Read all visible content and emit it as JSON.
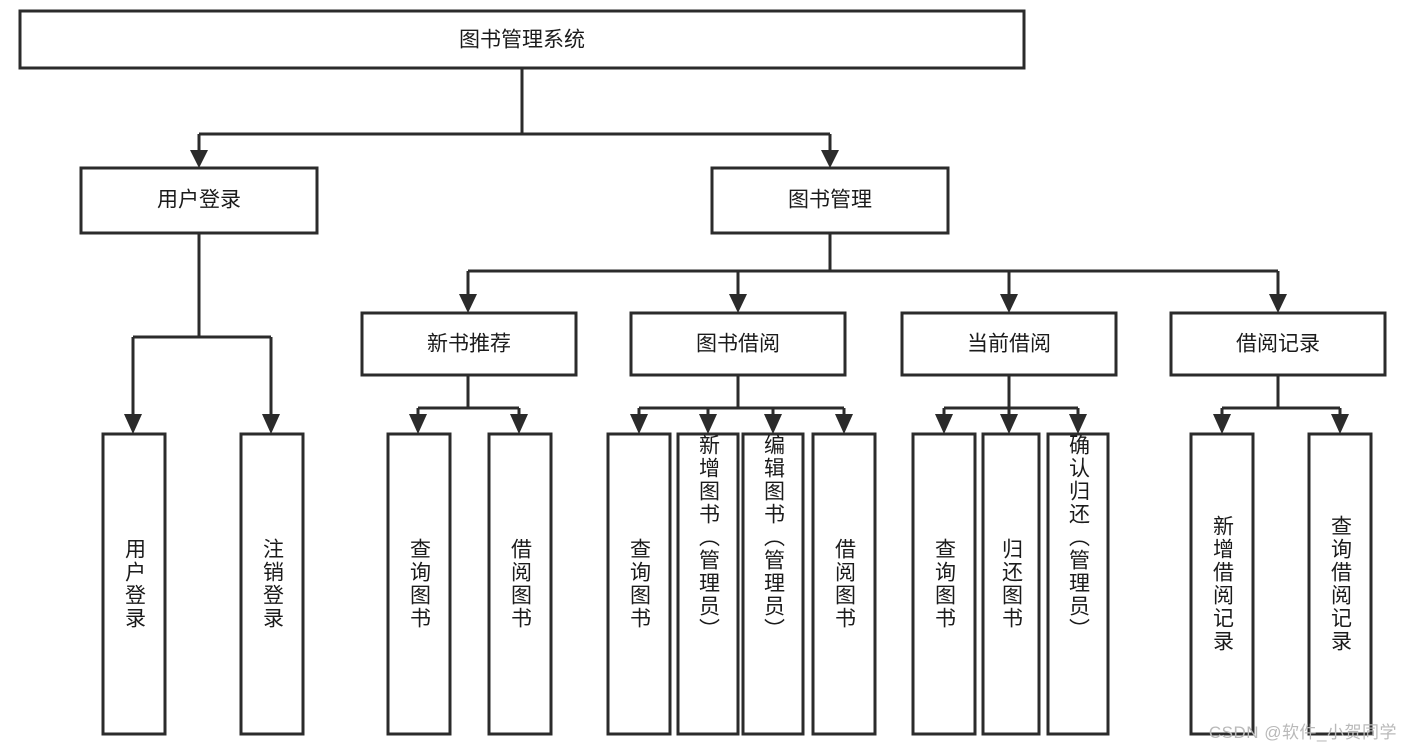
{
  "diagram": {
    "title_node": {
      "label": "图书管理系统"
    },
    "colors": {
      "stroke": "#2b2b2b",
      "box_fill": "#ffffff",
      "text": "#1b1b1b",
      "background": "#ffffff",
      "watermark": "#b9b9b9"
    },
    "level2": [
      {
        "id": "user-login",
        "label": "用户登录"
      },
      {
        "id": "book-management",
        "label": "图书管理"
      }
    ],
    "level3": [
      {
        "id": "new-book-recommend",
        "label": "新书推荐"
      },
      {
        "id": "book-borrow",
        "label": "图书借阅"
      },
      {
        "id": "current-borrow",
        "label": "当前借阅"
      },
      {
        "id": "borrow-record",
        "label": "借阅记录"
      }
    ],
    "leaves": [
      {
        "id": "leaf-user-login",
        "label": "用户登录",
        "parent": "user-login"
      },
      {
        "id": "leaf-logout-login",
        "label": "注销登录",
        "parent": "user-login"
      },
      {
        "id": "leaf-query-book-1",
        "label": "查询图书",
        "parent": "new-book-recommend"
      },
      {
        "id": "leaf-borrow-book-1",
        "label": "借阅图书",
        "parent": "new-book-recommend"
      },
      {
        "id": "leaf-query-book-2",
        "label": "查询图书",
        "parent": "book-borrow"
      },
      {
        "id": "leaf-add-book",
        "label": "新增图书（管理员）",
        "parent": "book-borrow"
      },
      {
        "id": "leaf-edit-book",
        "label": "编辑图书（管理员）",
        "parent": "book-borrow"
      },
      {
        "id": "leaf-borrow-book-2",
        "label": "借阅图书",
        "parent": "book-borrow"
      },
      {
        "id": "leaf-query-book-3",
        "label": "查询图书",
        "parent": "current-borrow"
      },
      {
        "id": "leaf-return-book",
        "label": "归还图书",
        "parent": "current-borrow"
      },
      {
        "id": "leaf-confirm-return",
        "label": "确认归还（管理员）",
        "parent": "current-borrow"
      },
      {
        "id": "leaf-add-record",
        "label": "新增借阅记录",
        "parent": "borrow-record"
      },
      {
        "id": "leaf-query-record",
        "label": "查询借阅记录",
        "parent": "borrow-record"
      }
    ],
    "watermark": "CSDN @软件_小贺同学"
  }
}
